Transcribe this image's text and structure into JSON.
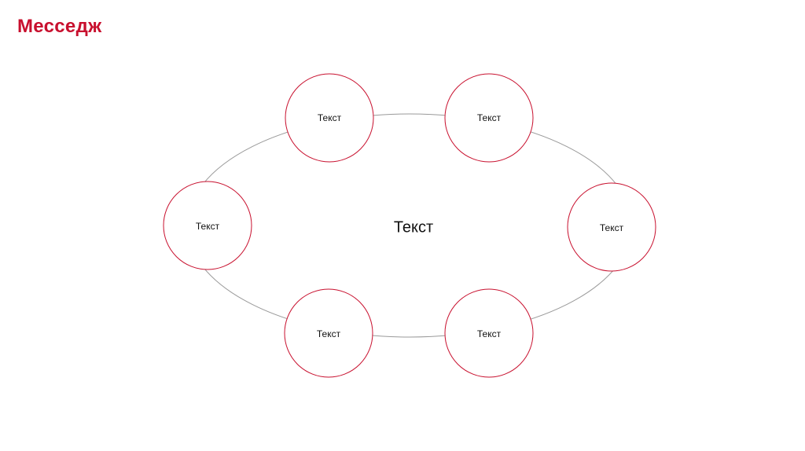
{
  "title": "Месседж",
  "colors": {
    "accent": "#c8102e",
    "connector": "#9a9a9a",
    "text": "#111111"
  },
  "diagram": {
    "center_label": "Текст",
    "nodes": [
      {
        "label": "Текст"
      },
      {
        "label": "Текст"
      },
      {
        "label": "Текст"
      },
      {
        "label": "Текст"
      },
      {
        "label": "Текст"
      },
      {
        "label": "Текст"
      }
    ]
  }
}
